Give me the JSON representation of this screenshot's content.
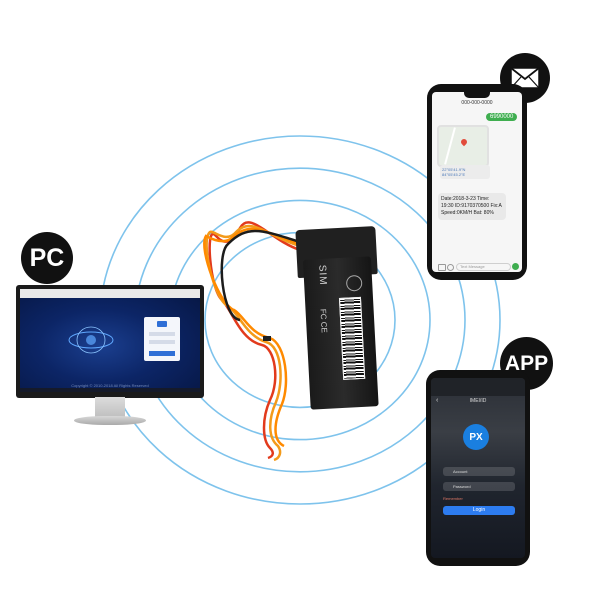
{
  "badges": {
    "pc": "PC",
    "app": "APP",
    "mail": "envelope-icon"
  },
  "monitor": {
    "copyright": "Copyright © 2010-2018 All Rights Reserved"
  },
  "tracker": {
    "sim_label": "SIM",
    "fc_label": "FC CE"
  },
  "sms_phone": {
    "number": "000-000-0000",
    "sent_message": "6990000",
    "coordinates": "22°05'41.9\"N 84°05'45.2\"E",
    "message": "Date:2018-3-23 Time: 19:30 ID:9170370500 Fix:A Speed:0KM/H Bat: 80%",
    "input_placeholder": "Text Message"
  },
  "app_phone": {
    "title": "IMEI/ID",
    "logo": "PX",
    "account_placeholder": "Account",
    "password_placeholder": "Password",
    "remember": "Remember",
    "login_label": "Login"
  },
  "colors": {
    "ring": "#7ec3ec",
    "wire_red": "#e23a1c",
    "wire_orange": "#f39a1a",
    "badge": "#111111",
    "login_blue": "#2d7cf0"
  }
}
